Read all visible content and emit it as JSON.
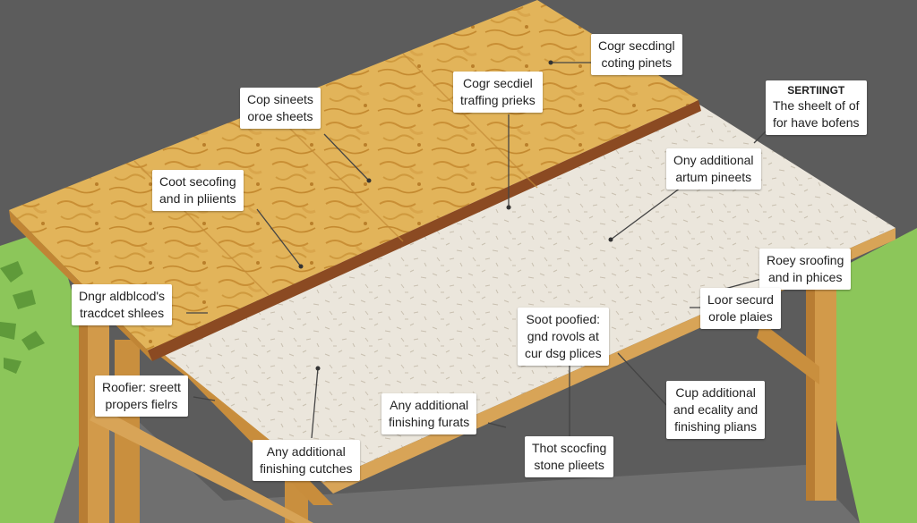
{
  "colors": {
    "background": "#5c5c5c",
    "grass": "#8cc65a",
    "shade": "#6f6f6f",
    "wood_frame": "#d7a457",
    "osb": "#e2b45a",
    "underlayment": "#e9e4da",
    "leader": "#444444"
  },
  "callouts": [
    {
      "key": "c1",
      "lines": [
        "Cogr secdingl",
        "coting pinets"
      ]
    },
    {
      "key": "c2",
      "lines": [
        "Cogr secdiel",
        "traffing prieks"
      ]
    },
    {
      "key": "c3",
      "lines": [
        "Cop sineets",
        "oroe sheets"
      ]
    },
    {
      "key": "c4",
      "title": "SERTIINGT",
      "lines": [
        "The sheelt of of",
        "for have bofens"
      ]
    },
    {
      "key": "c5",
      "lines": [
        "Coot secofing",
        "and in pliients"
      ]
    },
    {
      "key": "c6",
      "lines": [
        "Ony additional",
        "artum pineets"
      ]
    },
    {
      "key": "c7",
      "lines": [
        "Roey sroofing",
        "and in phices"
      ]
    },
    {
      "key": "c8",
      "lines": [
        "Dngr aldblcod's",
        "tracdcet shlees"
      ]
    },
    {
      "key": "c9",
      "lines": [
        "Loor securd",
        "orole plaies"
      ]
    },
    {
      "key": "c10",
      "lines": [
        "Soot poofied:",
        "gnd rovols at",
        "cur dsg plices"
      ]
    },
    {
      "key": "c11",
      "lines": [
        "Roofier: sreett",
        "propers fielrs"
      ]
    },
    {
      "key": "c12",
      "lines": [
        "Cup additional",
        "and ecality and",
        "finishing plians"
      ]
    },
    {
      "key": "c13",
      "lines": [
        "Any additional",
        "finishing furats"
      ]
    },
    {
      "key": "c14",
      "lines": [
        "Any additional",
        "finishing cutches"
      ]
    },
    {
      "key": "c15",
      "lines": [
        "Thot scocfing",
        "stone plieets"
      ]
    }
  ]
}
